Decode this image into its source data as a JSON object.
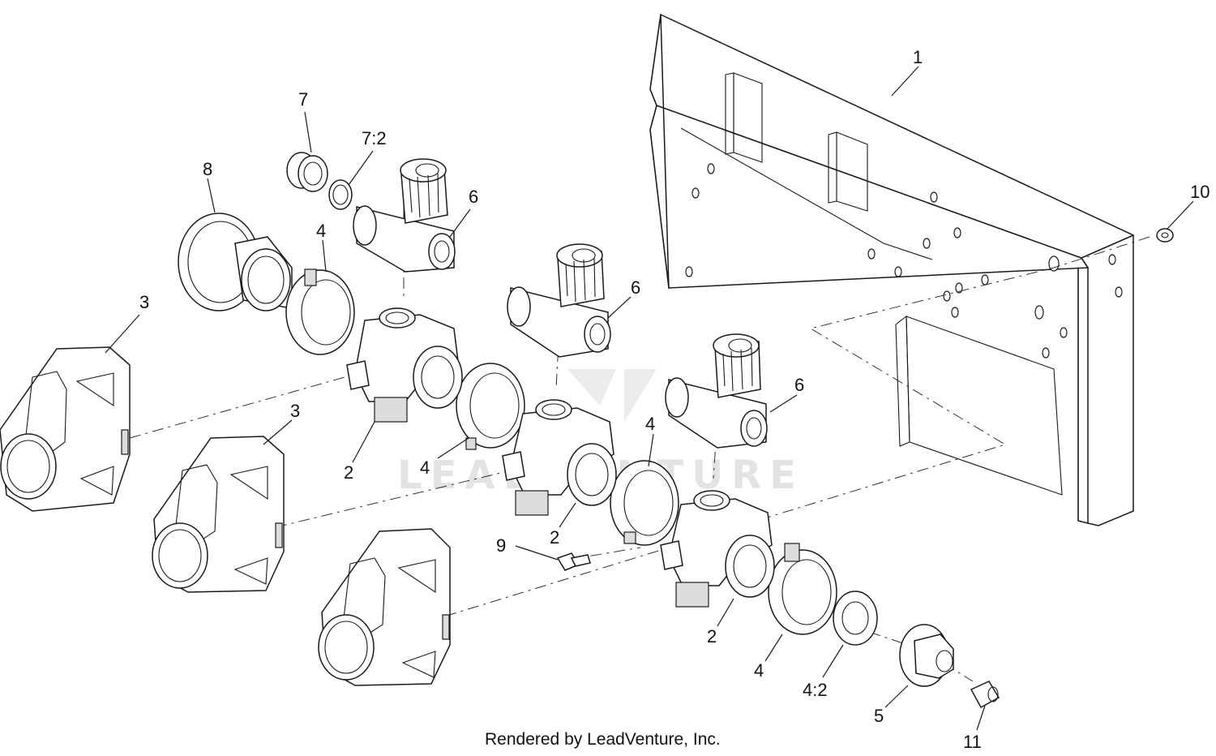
{
  "watermark": "LEADVENTURE",
  "footer": "Rendered by LeadVenture, Inc.",
  "callouts": {
    "c1": "1",
    "c2a": "2",
    "c2b": "2",
    "c2c": "2",
    "c3a": "3",
    "c3b": "3",
    "c4a": "4",
    "c4b": "4",
    "c4c": "4",
    "c4d": "4",
    "c4_2": "4:2",
    "c5": "5",
    "c6a": "6",
    "c6b": "6",
    "c6c": "6",
    "c7": "7",
    "c7_2": "7:2",
    "c8": "8",
    "c9": "9",
    "c10": "10",
    "c11": "11"
  }
}
